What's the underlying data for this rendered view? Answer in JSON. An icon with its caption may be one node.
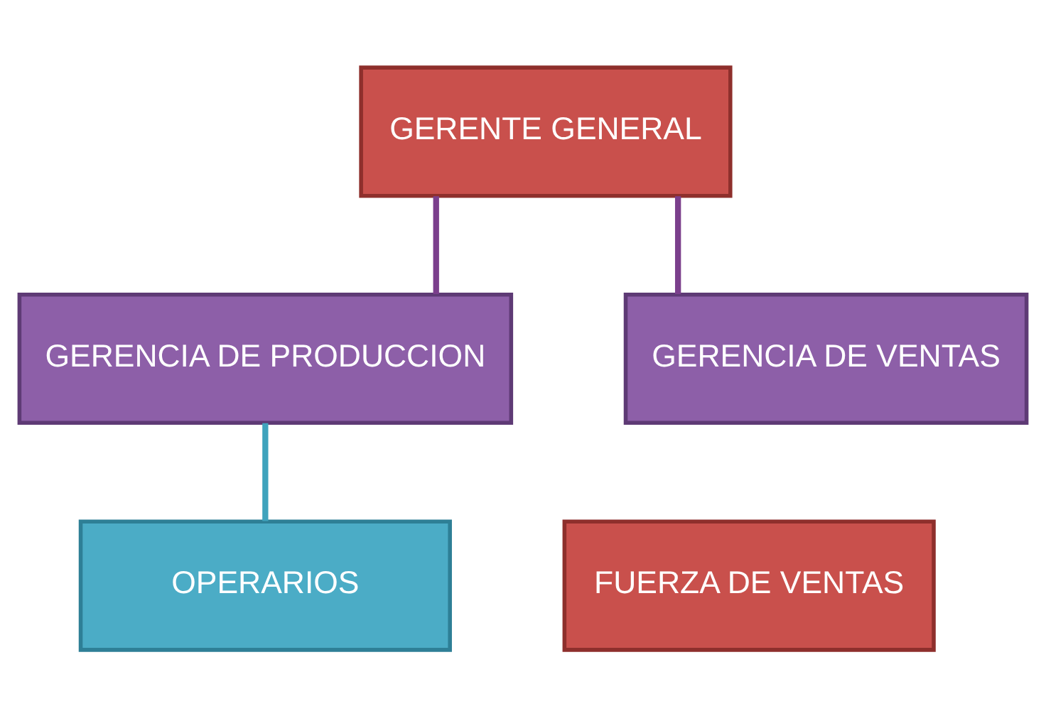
{
  "diagram": {
    "nodes": [
      {
        "text": [
          "GERENTE GENERAL"
        ]
      },
      {
        "text": [
          "GERENCIA DE PRODUCCION"
        ]
      },
      {
        "text": [
          "GERENCIA DE VENTAS"
        ]
      },
      {
        "text": [
          "OPERARIOS"
        ]
      },
      {
        "text": [
          "FUERZA DE VENTAS"
        ]
      }
    ],
    "edges": [
      {
        "from": 0,
        "to": 1,
        "arrow": "none"
      },
      {
        "from": 0,
        "to": 2,
        "arrow": "none"
      },
      {
        "from": 1,
        "to": 3,
        "arrow": "none",
        "color": "#3fa3bd"
      }
    ]
  }
}
